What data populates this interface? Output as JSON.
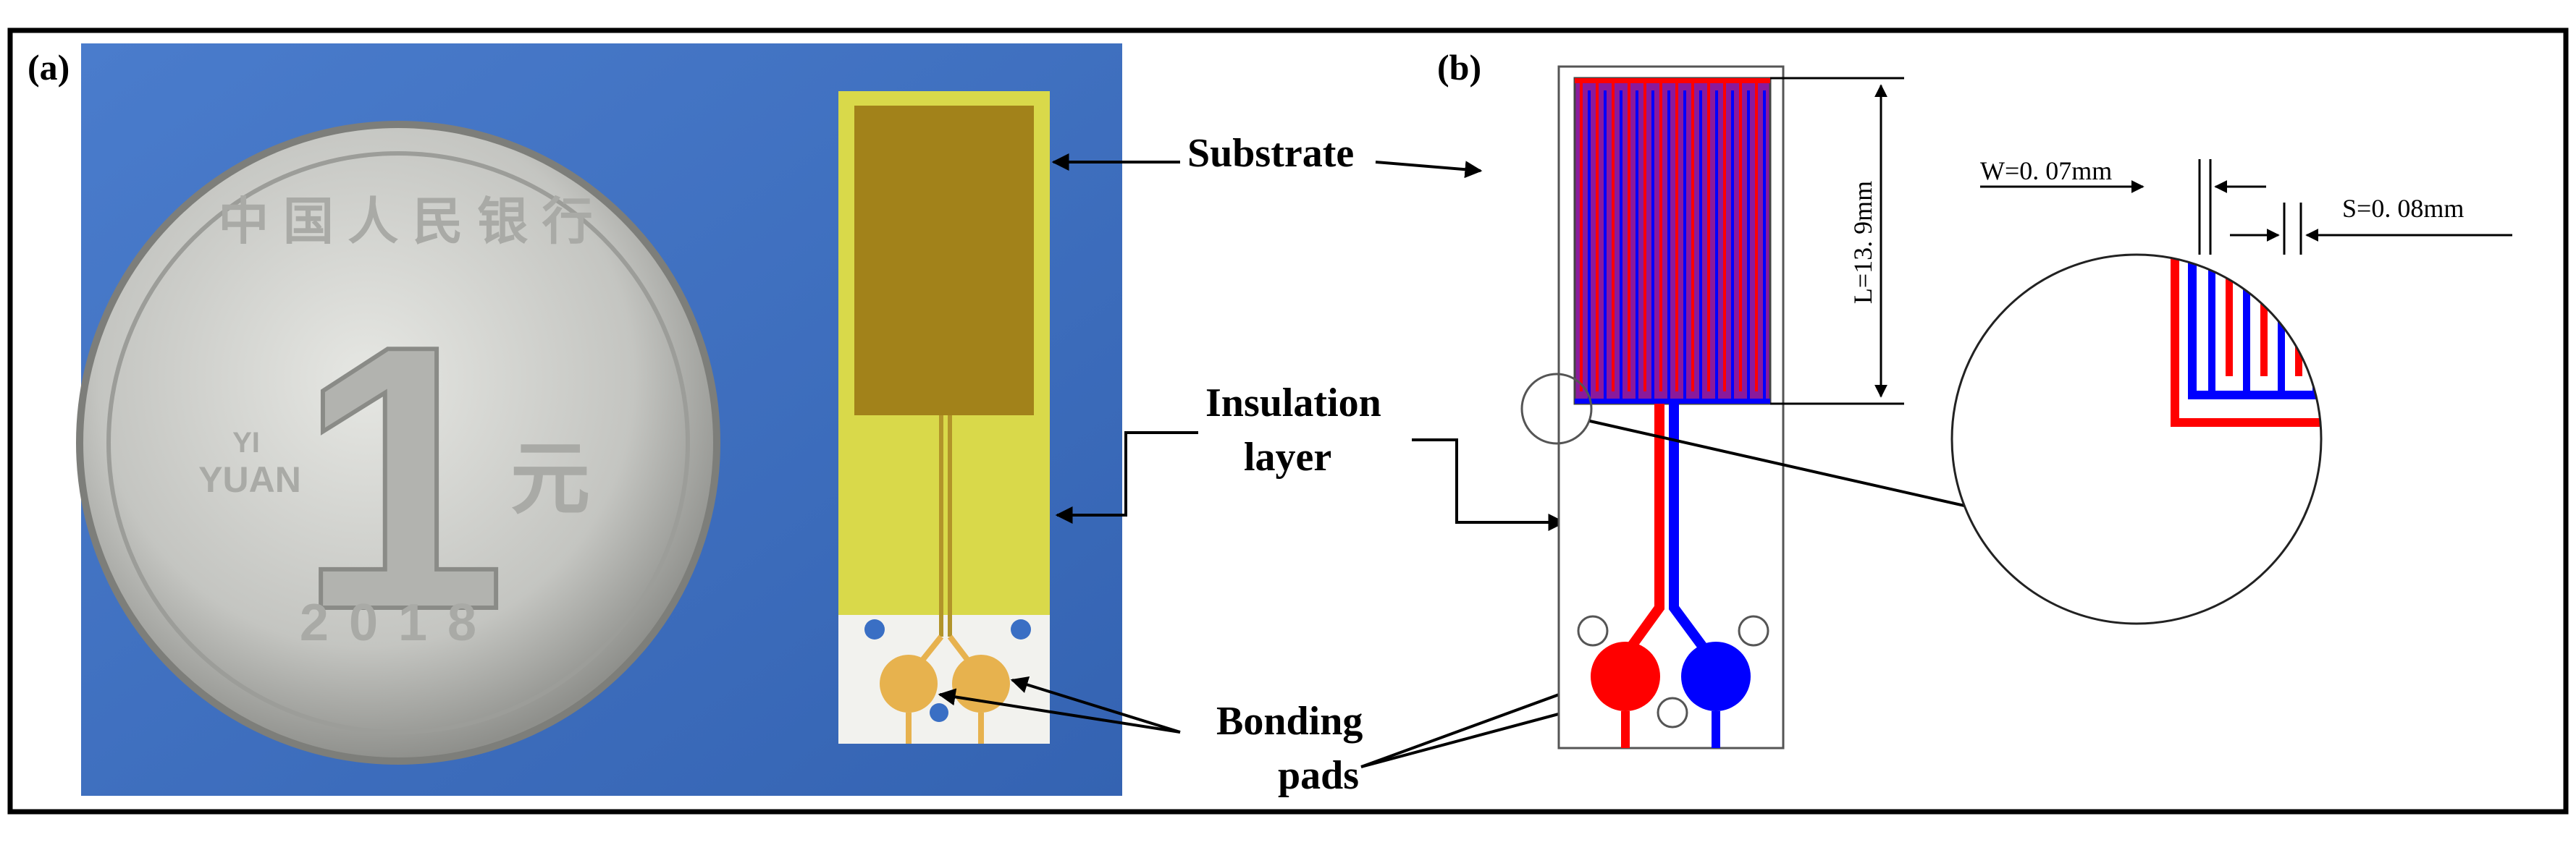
{
  "figure": {
    "panel_a_label": "(a)",
    "panel_b_label": "(b)"
  },
  "panel_a": {
    "coin": {
      "denomination": "1",
      "text_yi": "YI",
      "text_yuan": "YUAN",
      "glyph_yuan": "元",
      "year": "2018",
      "top_legend": "中 国 人 民 银 行"
    }
  },
  "callouts": {
    "substrate": "Substrate",
    "insulation_line1": "Insulation",
    "insulation_line2": "layer",
    "bonding_line1": "Bonding",
    "bonding_line2": "pads"
  },
  "panel_b": {
    "length_label": "L=13. 9mm",
    "width_label": "W=0. 07mm",
    "spacing_label": "S=0. 08mm",
    "colors": {
      "electrode_red": "#ff0000",
      "electrode_blue": "#0000ff",
      "interdigital_fill": "#8a1a9c"
    }
  },
  "colors": {
    "photo_background": "#3f6fc0",
    "coin_silver": "#c9cac6",
    "sensor_substrate": "#a2821a",
    "sensor_insulation": "#d9d94a",
    "bonding_pad": "#e7b24e",
    "sensor_white_end": "#f2f2ee"
  }
}
